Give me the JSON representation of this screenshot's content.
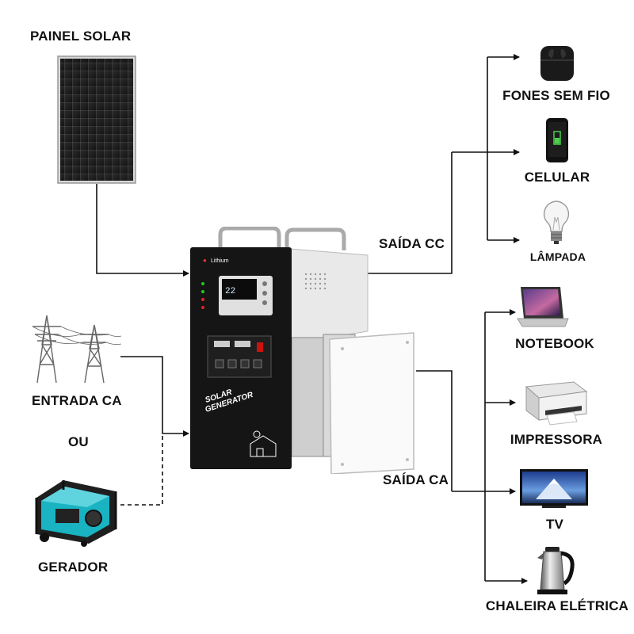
{
  "inputs": {
    "solar_panel_label": "PAINEL SOLAR",
    "grid_label": "ENTRADA CA",
    "or_label": "OU",
    "generator_label": "GERADOR"
  },
  "device": {
    "brand": "Lithium",
    "name_line1": "SOLAR",
    "name_line2": "GENERATOR",
    "lcd_value": "22"
  },
  "outputs": {
    "dc_label": "SAÍDA CC",
    "ac_label": "SAÍDA CA",
    "dc_devices": [
      {
        "label": "FONES SEM FIO",
        "icon": "earbuds-icon"
      },
      {
        "label": "CELULAR",
        "icon": "smartphone-icon"
      },
      {
        "label": "LÂMPADA",
        "icon": "light-bulb-icon"
      }
    ],
    "ac_devices": [
      {
        "label": "NOTEBOOK",
        "icon": "laptop-icon"
      },
      {
        "label": "IMPRESSORA",
        "icon": "printer-icon"
      },
      {
        "label": "TV",
        "icon": "tv-icon"
      },
      {
        "label": "CHALEIRA ELÉTRICA",
        "icon": "electric-kettle-icon"
      }
    ]
  },
  "colors": {
    "line": "#111111",
    "generator_accent": "#19b3c2",
    "device_body": "#151515",
    "device_side": "#e9e9e9"
  }
}
